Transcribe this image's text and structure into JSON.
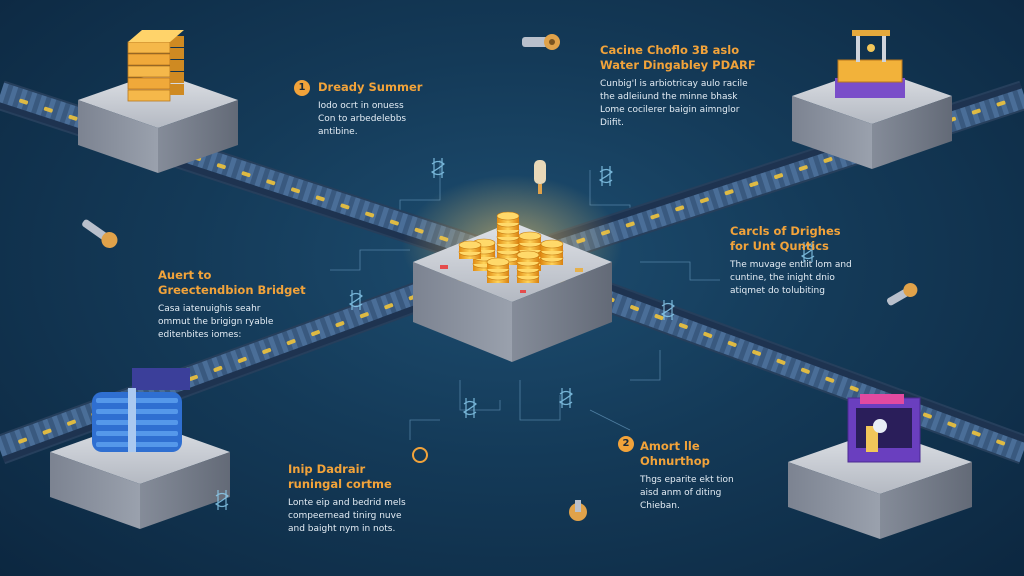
{
  "labels": {
    "top_left": {
      "number": "1",
      "title": "Dready Summer",
      "desc": [
        "Iodo ocrt in onuess",
        "Con to arbedelebbs",
        "antibine."
      ]
    },
    "top_right": {
      "title": [
        "Cacine Choflo 3B aslo",
        "Water Dingabley PDARF"
      ],
      "desc": [
        "Cunbig'l is arbiotricay aulo racile",
        "the adleiiund the minne bhask",
        "Lome cocilerer baigin aimnglor",
        "Diifit."
      ]
    },
    "mid_left": {
      "title": [
        "Auert to",
        "Greectendbion Bridget"
      ],
      "desc": [
        "Casa iatenuighis seahr",
        "ommut the brigign ryable",
        "editenbites iomes:"
      ]
    },
    "mid_right": {
      "title": [
        "Carcls of Drighes",
        "for Unt Quntics"
      ],
      "desc": [
        "The muvage entlit lom and",
        "cuntine, the inight dnio",
        "atiqmet do tolubiting"
      ]
    },
    "bottom_left": {
      "title": [
        "Inip Dadrair",
        "runingal cortme"
      ],
      "desc": [
        "Lonte eip and bedrid mels",
        "compeernead tinirg nuve",
        "and baight nym in nots."
      ]
    },
    "bottom_right": {
      "number": "2",
      "title": [
        "Amort lle",
        "Ohnurthop"
      ],
      "desc": [
        "Thgs eparite ekt tion",
        "aisd anm of diting",
        "Chieban."
      ]
    }
  },
  "colors": {
    "accent": "#f2a33a",
    "background": "#143a58",
    "bridge": "#3e5f86",
    "bridge_light": "#f0c33c",
    "platform": "#c9cdd3",
    "gold": "#f5b52a"
  },
  "icons": [
    "server-stack-icon",
    "crane-box-icon",
    "gold-coin-stack-icon",
    "blue-wrapped-package-icon",
    "purple-arcade-machine-icon",
    "key-icon",
    "wrench-icon",
    "currency-symbol-icon",
    "circuit-line-icon"
  ]
}
